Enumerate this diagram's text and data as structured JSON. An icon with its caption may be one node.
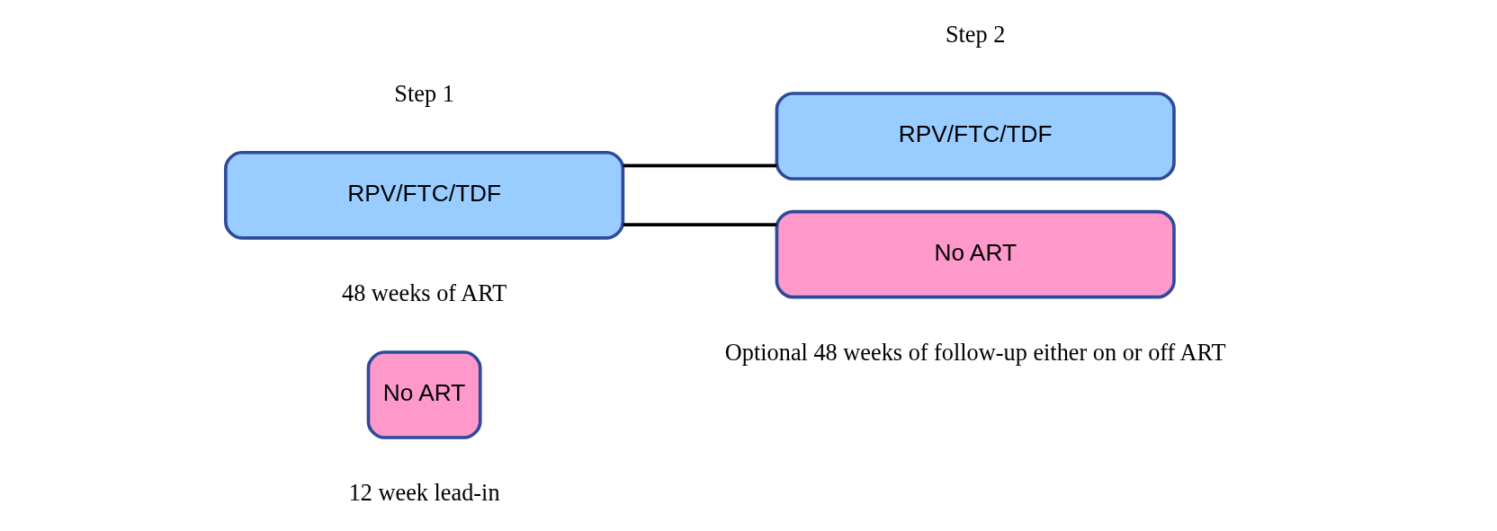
{
  "diagram": {
    "nodes": [
      {
        "text": [
          "No ART"
        ]
      },
      {
        "text": [
          "RPV/FTC/TDF"
        ]
      },
      {
        "text": [
          "RPV/FTC/TDF"
        ]
      },
      {
        "text": [
          "No ART"
        ]
      }
    ],
    "edges": [
      {
        "from": 1,
        "to": 2,
        "arrow": "none"
      },
      {
        "from": 1,
        "to": 3,
        "arrow": "none"
      }
    ],
    "labels": [
      "Step 1",
      "Step 2",
      "12 week lead-in",
      "48 weeks of ART",
      "Optional 48 weeks of follow-up either on or off ART"
    ]
  }
}
